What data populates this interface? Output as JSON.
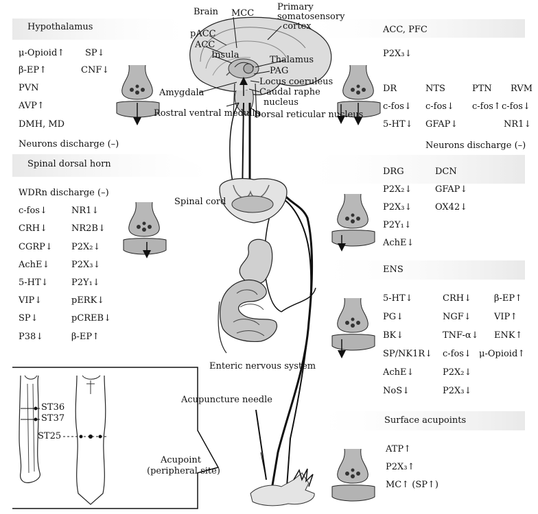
{
  "brain_labels": {
    "brain": "Brain",
    "mcc": "MCC",
    "primary_somato_1": "Primary",
    "primary_somato_2": "somatosensory",
    "primary_somato_3": "cortex",
    "pacc": "pACC",
    "acc": "ACC",
    "insula": "Insula",
    "thalamus": "Thalamus",
    "pag": "PAG",
    "locus_coeruleus": "Locus coeruleus",
    "caudal_raphe_1": "Caudal raphe",
    "caudal_raphe_2": "nucleus",
    "amygdala": "Amygdala",
    "rostral_ventral_medulla": "Rostral ventral medulla",
    "dorsal_reticular_nucleus": "Dorsal reticular nucleus"
  },
  "hypothalamus": {
    "title": "Hypothalamus",
    "col1": [
      "μ-Opioid↑",
      "β-EP↑",
      "PVN",
      "AVP↑",
      "DMH, MD"
    ],
    "col2": [
      "SP↓",
      "CNF↓"
    ],
    "discharge": "Neurons discharge (–)"
  },
  "acc_pfc": {
    "title": "ACC, PFC",
    "p2x3": "P2X₃↓",
    "headers": [
      "DR",
      "NTS",
      "PTN",
      "RVM"
    ],
    "row1": [
      "c-fos↓",
      "c-fos↓",
      "c-fos↑",
      "c-fos↓"
    ],
    "row2": [
      "5-HT↓",
      "GFAP↓",
      "NR1↓"
    ],
    "discharge": "Neurons discharge (–)"
  },
  "spinal": {
    "title": "Spinal dorsal horn",
    "discharge": "WDRn discharge (–)",
    "col1": [
      "c-fos↓",
      "CRH↓",
      "CGRP↓",
      "AchE↓",
      "5-HT↓",
      "VIP↓",
      "SP↓",
      "P38↓"
    ],
    "col2": [
      "NR1↓",
      "NR2B↓",
      "P2X₂↓",
      "P2X₃↓",
      "P2Y₁↓",
      "pERK↓",
      "pCREB↓",
      "β-EP↑"
    ],
    "cord_label": "Spinal cord"
  },
  "drg": {
    "h1": "DRG",
    "h2": "DCN",
    "col1": [
      "P2X₂↓",
      "P2X₃↓",
      "P2Y₁↓",
      "AchE↓"
    ],
    "col2": [
      "GFAP↓",
      "OX42↓"
    ]
  },
  "ens": {
    "title": "ENS",
    "col1": [
      "5-HT↓",
      "PG↓",
      "BK↓",
      "SP/NK1R↓",
      "AchE↓",
      "NoS↓"
    ],
    "col2": [
      "CRH↓",
      "NGF↓",
      "TNF-α↓",
      "c-fos↓",
      "P2X₂↓",
      "P2X₃↓"
    ],
    "col3": [
      "β-EP↑",
      "VIP↑",
      "ENK↑",
      "μ-Opioid↑"
    ],
    "enteric_label": "Enteric nervous system"
  },
  "surface": {
    "title": "Surface acupoints",
    "items": [
      "ATP↑",
      "P2X₃↑",
      "MC↑ (SP↑)"
    ]
  },
  "acupuncture": {
    "needle": "Acupuncture needle",
    "st36": "ST36",
    "st37": "ST37",
    "st25": "ST25",
    "acupoint_1": "Acupoint",
    "acupoint_2": "(peripheral site)"
  }
}
